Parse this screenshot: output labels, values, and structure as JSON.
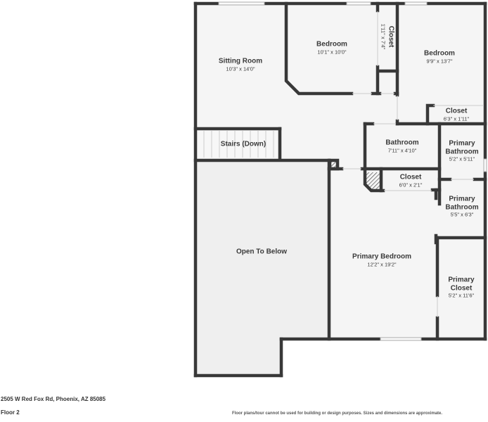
{
  "floorplan": {
    "address": "2505 W Red Fox Rd, Phoenix, AZ 85085",
    "floor": "Floor 2",
    "disclaimer": "Floor plans/tour cannot be used for building or design purposes. Sizes and dimensions are approximate.",
    "colors": {
      "wall": "#383838",
      "room_fill": "#f5f5f5",
      "open_fill": "#efefef",
      "background": "#ffffff",
      "text": "#3a3a3a"
    },
    "rooms": [
      {
        "name": "Sitting Room",
        "dims": "10'3\" x 14'0\""
      },
      {
        "name": "Bedroom",
        "dims": "10'1\" x 10'0\""
      },
      {
        "name": "Closet",
        "dims": "1'11\" x 7'4\""
      },
      {
        "name": "Bedroom",
        "dims": "9'9\" x 13'7\""
      },
      {
        "name": "Closet",
        "dims": "6'3\" x 1'11\""
      },
      {
        "name": "Stairs (Down)",
        "dims": ""
      },
      {
        "name": "Bathroom",
        "dims": "7'11\" x 4'10\""
      },
      {
        "name": "Primary Bathroom",
        "dims": "5'2\" x 5'11\""
      },
      {
        "name": "Closet",
        "dims": "6'0\" x 2'1\""
      },
      {
        "name": "Primary Bathroom",
        "dims": "5'5\" x 6'3\""
      },
      {
        "name": "Open To Below",
        "dims": ""
      },
      {
        "name": "Primary Bedroom",
        "dims": "12'2\" x 19'2\""
      },
      {
        "name": "Primary Closet",
        "dims": "5'2\" x 11'6\""
      }
    ]
  }
}
